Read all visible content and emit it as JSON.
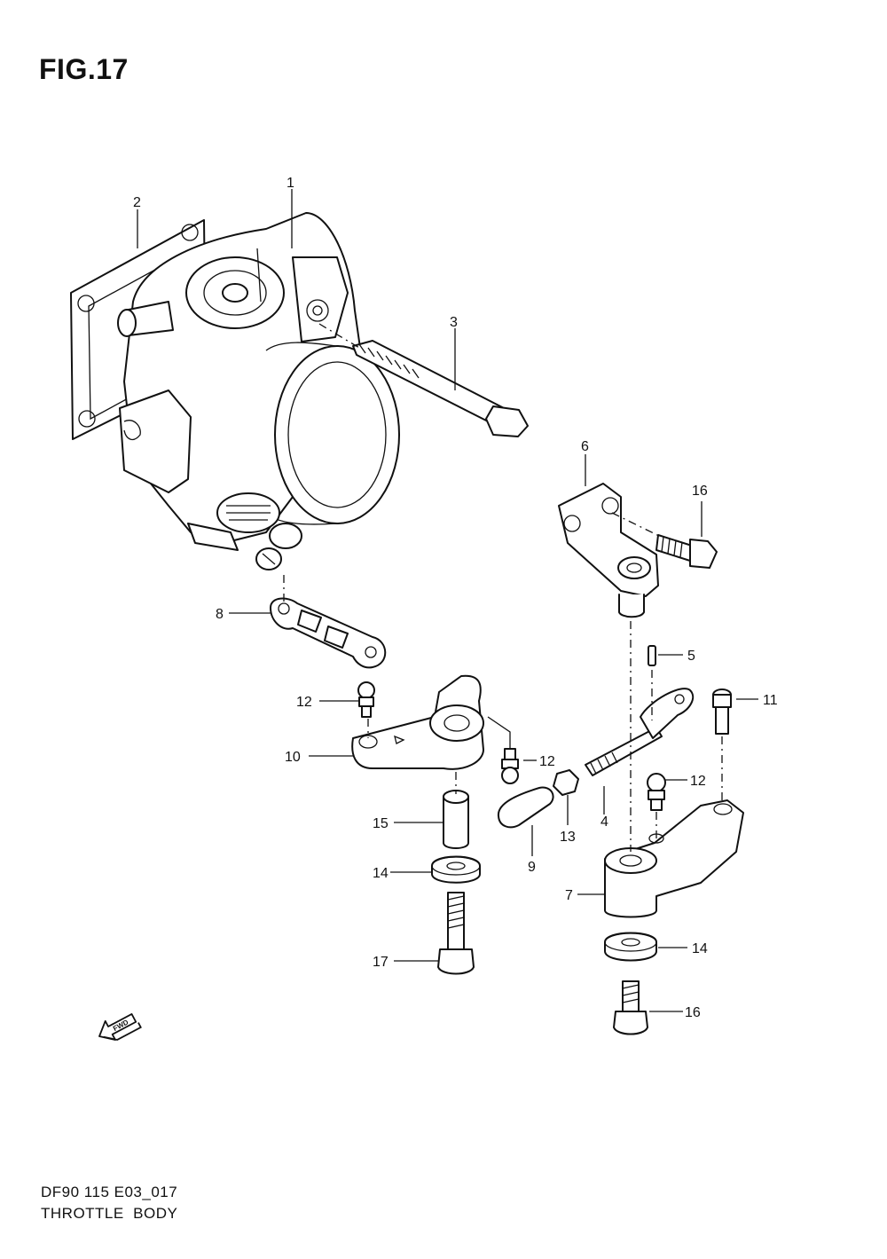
{
  "figure": {
    "title": "FIG.17"
  },
  "footer": {
    "code": "DF90 115 E03_017",
    "name": "THROTTLE  BODY"
  },
  "fwd_label": "FWD",
  "callouts": {
    "p1": "1",
    "p2": "2",
    "p3": "3",
    "p4": "4",
    "p5": "5",
    "p6": "6",
    "p7": "7",
    "p8": "8",
    "p9": "9",
    "p10": "10",
    "p11": "11",
    "p12a": "12",
    "p12b": "12",
    "p12c": "12",
    "p13": "13",
    "p14a": "14",
    "p14b": "14",
    "p15": "15",
    "p16a": "16",
    "p16b": "16",
    "p17": "17"
  }
}
